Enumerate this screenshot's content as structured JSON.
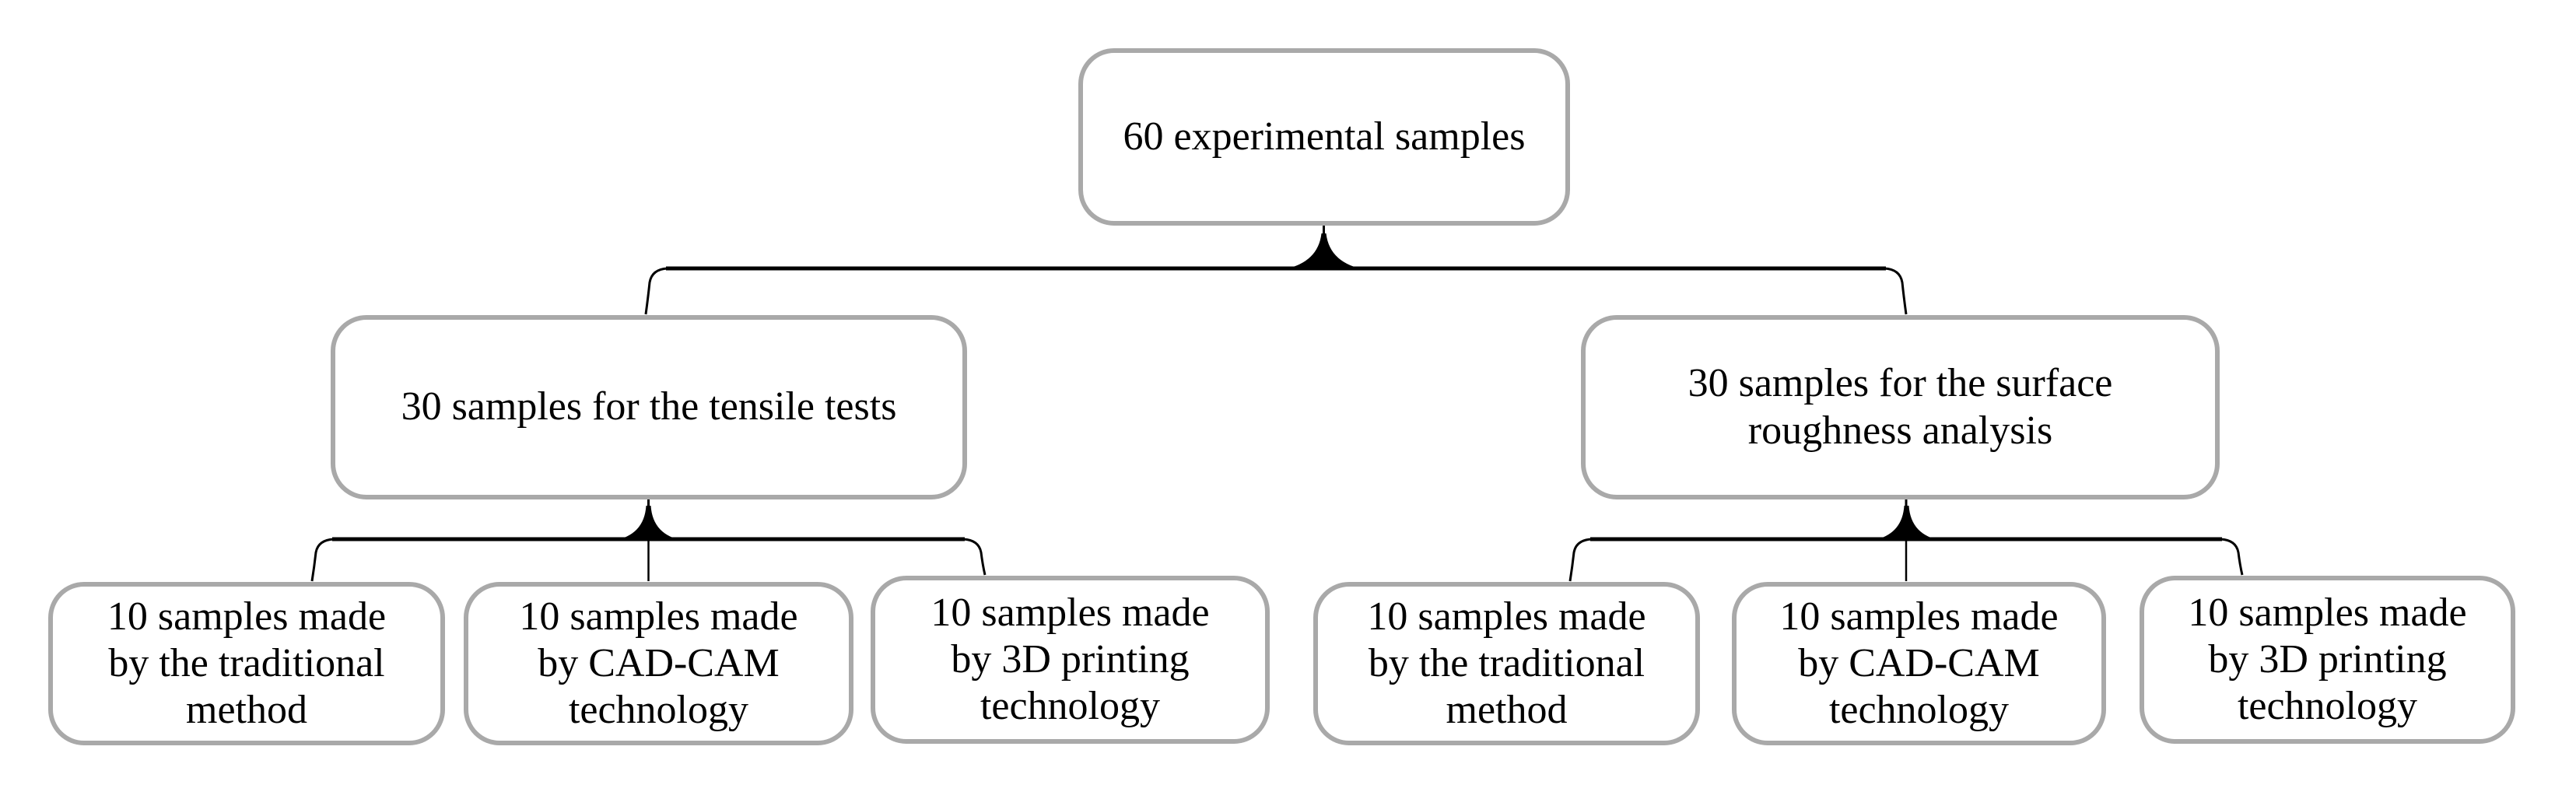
{
  "figure": {
    "type": "flowchart",
    "background": "#ffffff",
    "box_border_color": "#a9a9a9",
    "connector_color": "#000000",
    "text_color": "#000000",
    "root": {
      "label": "60 experimental samples"
    },
    "branches": [
      {
        "label": "30 samples for the tensile tests",
        "children": [
          {
            "label": "10 samples made\nby the traditional\nmethod"
          },
          {
            "label": "10 samples made\nby CAD-CAM\ntechnology"
          },
          {
            "label": "10 samples made\nby 3D printing\ntechnology"
          }
        ]
      },
      {
        "label": "30 samples for the surface\nroughness analysis",
        "children": [
          {
            "label": "10 samples made\nby the traditional\nmethod"
          },
          {
            "label": "10 samples made\nby CAD-CAM\ntechnology"
          },
          {
            "label": "10 samples made\nby 3D printing\ntechnology"
          }
        ]
      }
    ]
  }
}
